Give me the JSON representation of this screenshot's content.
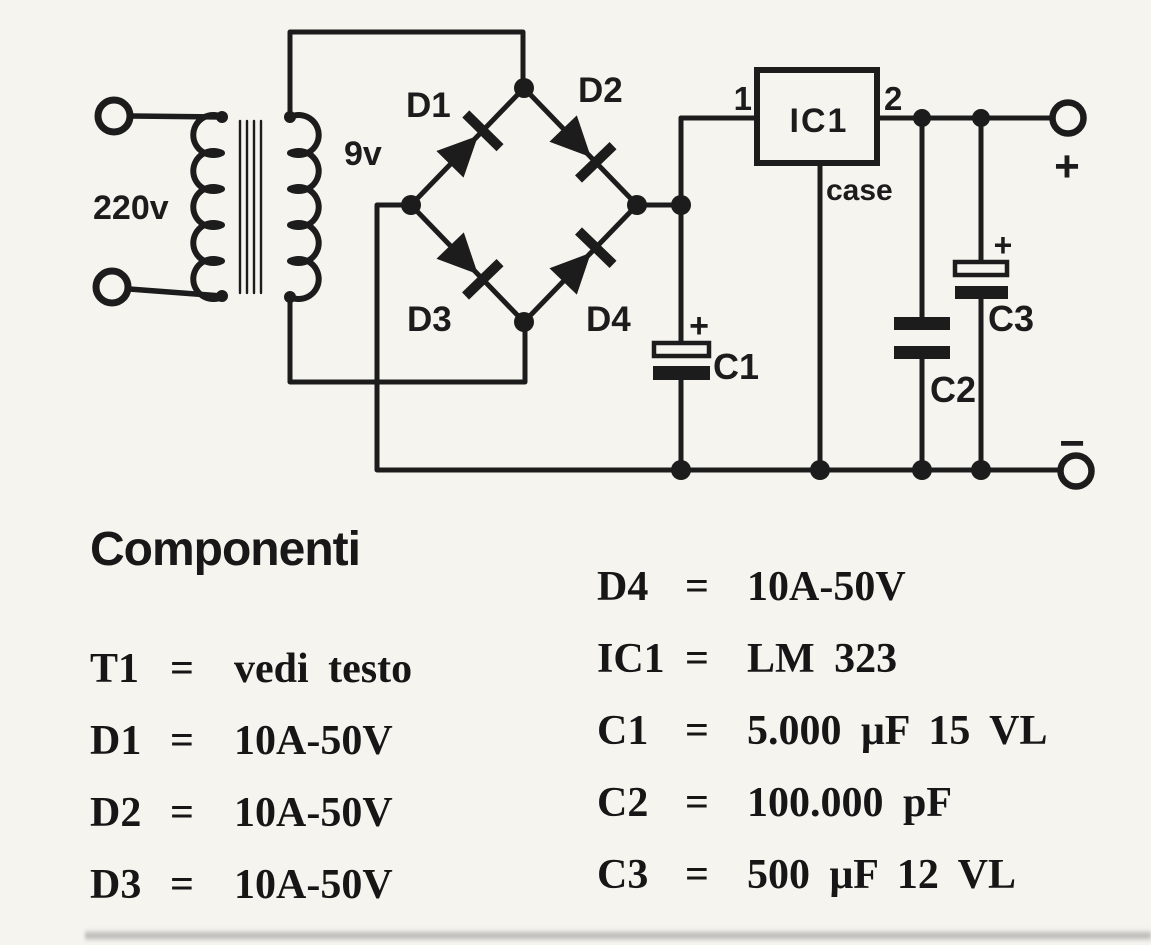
{
  "colors": {
    "paper": "#f5f4ef",
    "ink": "#1c1c1c"
  },
  "schematic": {
    "transformer": {
      "primary_label": "220v",
      "secondary_label": "9v"
    },
    "bridge": {
      "d1": "D1",
      "d2": "D2",
      "d3": "D3",
      "d4": "D4"
    },
    "regulator": {
      "name": "IC1",
      "pin_in": "1",
      "pin_out": "2",
      "case_label": "case"
    },
    "capacitors": {
      "c1": {
        "label": "C1",
        "polarity": "+"
      },
      "c2": {
        "label": "C2"
      },
      "c3": {
        "label": "C3",
        "polarity": "+"
      }
    },
    "output": {
      "plus": "+",
      "minus": "−"
    }
  },
  "components": {
    "title": "Componenti",
    "left": [
      {
        "name": "T1",
        "eq": "=",
        "value": "vedi testo"
      },
      {
        "name": "D1",
        "eq": "=",
        "value": "10A-50V"
      },
      {
        "name": "D2",
        "eq": "=",
        "value": "10A-50V"
      },
      {
        "name": "D3",
        "eq": "=",
        "value": "10A-50V"
      }
    ],
    "right": [
      {
        "name": "D4",
        "eq": "=",
        "value": "10A-50V"
      },
      {
        "name": "IC1",
        "eq": "=",
        "value": "LM 323"
      },
      {
        "name": "C1",
        "eq": "=",
        "value": "5.000 μF 15 VL"
      },
      {
        "name": "C2",
        "eq": "=",
        "value": "100.000 pF"
      },
      {
        "name": "C3",
        "eq": "=",
        "value": "500 μF 12 VL"
      }
    ]
  }
}
